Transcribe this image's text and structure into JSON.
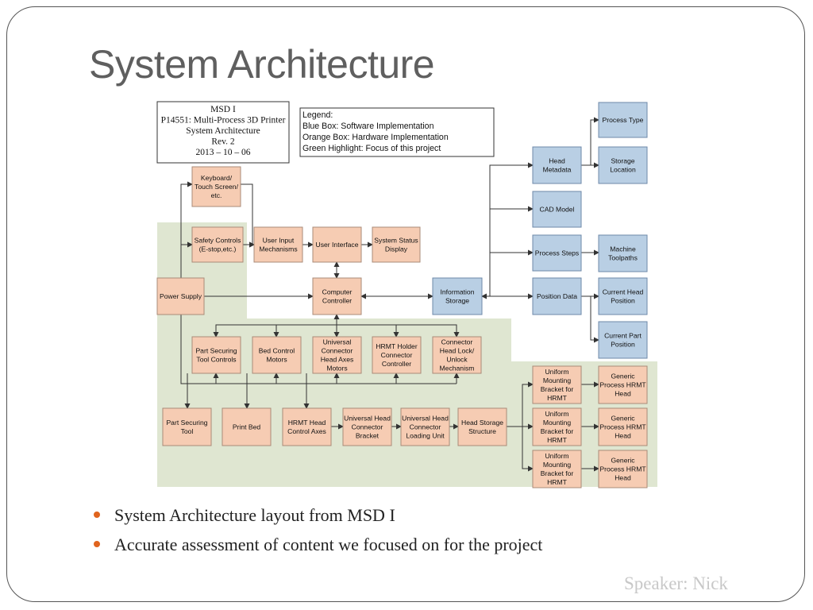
{
  "slide": {
    "title": "System Architecture",
    "bullets": [
      "System Architecture layout from MSD I",
      "Accurate assessment of content we focused on for the project"
    ],
    "speaker": "Speaker: Nick"
  },
  "diagram": {
    "colors": {
      "software": "#b9cfe4",
      "software_border": "#6e88a8",
      "hardware": "#f6ccb3",
      "hardware_border": "#a98b78",
      "highlight": "#dfe6d1",
      "line": "#333333"
    },
    "title_block": [
      "MSD I",
      "P14551: Multi-Process 3D Printer",
      "System Architecture",
      "Rev. 2",
      "2013 – 10 – 06"
    ],
    "legend": [
      "Legend:",
      "Blue Box: Software Implementation",
      "Orange Box: Hardware Implementation",
      "Green Highlight: Focus of this project"
    ],
    "boxes": {
      "keyboard": {
        "kind": "hardware",
        "lines": [
          "Keyboard/",
          "Touch Screen/",
          "etc."
        ]
      },
      "safety_controls": {
        "kind": "hardware",
        "lines": [
          "Safety Controls",
          "(E-stop,etc.)"
        ]
      },
      "user_input": {
        "kind": "hardware",
        "lines": [
          "User Input",
          "Mechanisms"
        ]
      },
      "user_interface": {
        "kind": "hardware",
        "lines": [
          "User Interface"
        ]
      },
      "status_display": {
        "kind": "hardware",
        "lines": [
          "System Status",
          "Display"
        ]
      },
      "power_supply": {
        "kind": "hardware",
        "lines": [
          "Power Supply"
        ]
      },
      "computer_controller": {
        "kind": "hardware",
        "lines": [
          "Computer",
          "Controller"
        ]
      },
      "information_storage": {
        "kind": "software",
        "lines": [
          "Information",
          "Storage"
        ]
      },
      "head_metadata": {
        "kind": "software",
        "lines": [
          "Head",
          "Metadata"
        ]
      },
      "process_type": {
        "kind": "software",
        "lines": [
          "Process Type"
        ]
      },
      "storage_location": {
        "kind": "software",
        "lines": [
          "Storage",
          "Location"
        ]
      },
      "cad_model": {
        "kind": "software",
        "lines": [
          "CAD Model"
        ]
      },
      "process_steps": {
        "kind": "software",
        "lines": [
          "Process Steps"
        ]
      },
      "machine_toolpaths": {
        "kind": "software",
        "lines": [
          "Machine",
          "Toolpaths"
        ]
      },
      "position_data": {
        "kind": "software",
        "lines": [
          "Position Data"
        ]
      },
      "current_head_position": {
        "kind": "software",
        "lines": [
          "Current Head",
          "Position"
        ]
      },
      "current_part_position": {
        "kind": "software",
        "lines": [
          "Current Part",
          "Position"
        ]
      },
      "part_securing_controls": {
        "kind": "hardware",
        "lines": [
          "Part Securing",
          "Tool Controls"
        ]
      },
      "bed_control_motors": {
        "kind": "hardware",
        "lines": [
          "Bed Control",
          "Motors"
        ]
      },
      "universal_connector_motors": {
        "kind": "hardware",
        "lines": [
          "Universal",
          "Connector",
          "Head Axes",
          "Motors"
        ]
      },
      "hrmt_holder_controller": {
        "kind": "hardware",
        "lines": [
          "HRMT Holder",
          "Connector",
          "Controller"
        ]
      },
      "connector_head_lock": {
        "kind": "hardware",
        "lines": [
          "Connector",
          "Head Lock/",
          "Unlock",
          "Mechanism"
        ]
      },
      "part_securing_tool": {
        "kind": "hardware",
        "lines": [
          "Part Securing",
          "Tool"
        ]
      },
      "print_bed": {
        "kind": "hardware",
        "lines": [
          "Print Bed"
        ]
      },
      "hrmt_head_control_axes": {
        "kind": "hardware",
        "lines": [
          "HRMT Head",
          "Control Axes"
        ]
      },
      "universal_head_bracket": {
        "kind": "hardware",
        "lines": [
          "Universal Head",
          "Connector",
          "Bracket"
        ]
      },
      "universal_head_loading": {
        "kind": "hardware",
        "lines": [
          "Universal Head",
          "Connector",
          "Loading Unit"
        ]
      },
      "head_storage_structure": {
        "kind": "hardware",
        "lines": [
          "Head Storage",
          "Structure"
        ]
      },
      "mounting_bracket_1": {
        "kind": "hardware",
        "lines": [
          "Uniform",
          "Mounting",
          "Bracket for",
          "HRMT"
        ]
      },
      "mounting_bracket_2": {
        "kind": "hardware",
        "lines": [
          "Uniform",
          "Mounting",
          "Bracket for",
          "HRMT"
        ]
      },
      "mounting_bracket_3": {
        "kind": "hardware",
        "lines": [
          "Uniform",
          "Mounting",
          "Bracket for",
          "HRMT"
        ]
      },
      "generic_head_1": {
        "kind": "hardware",
        "lines": [
          "Generic",
          "Process HRMT",
          "Head"
        ]
      },
      "generic_head_2": {
        "kind": "hardware",
        "lines": [
          "Generic",
          "Process HRMT",
          "Head"
        ]
      },
      "generic_head_3": {
        "kind": "hardware",
        "lines": [
          "Generic",
          "Process HRMT",
          "Head"
        ]
      }
    }
  }
}
